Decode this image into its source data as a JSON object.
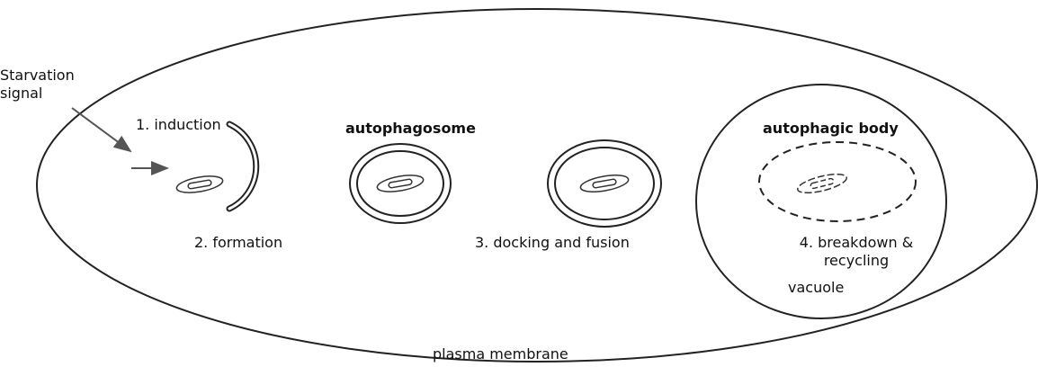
{
  "labels": {
    "starvation_line1": "Starvation",
    "starvation_line2": "signal",
    "induction": "1. induction",
    "autophagosome": "autophagosome",
    "autophagic_body": "autophagic body",
    "formation": "2. formation",
    "docking": "3. docking and fusion",
    "breakdown_line1": "4. breakdown &",
    "breakdown_line2": "recycling",
    "vacuole": "vacuole",
    "plasma_membrane": "plasma membrane"
  },
  "stages": [
    "1. induction",
    "2. formation",
    "3. docking and fusion",
    "4. breakdown & recycling"
  ]
}
